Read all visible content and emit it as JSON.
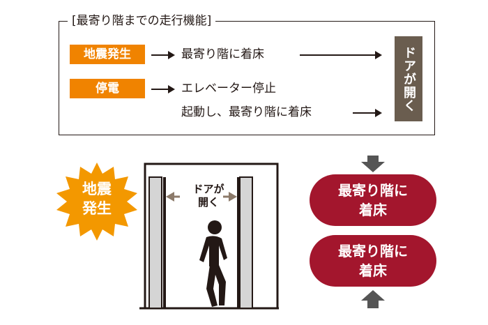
{
  "box": {
    "title": "[最寄り階までの走行機能]",
    "earthquake_label": "地震発生",
    "earthquake_step": "最寄り階に着床",
    "outage_label": "停電",
    "outage_step1": "エレベーター停止",
    "outage_step2": "起動し、最寄り階に着床",
    "result_label": "ドアが開く"
  },
  "scene": {
    "burst_line1": "地震",
    "burst_line2": "発生",
    "door_line1": "ドアが",
    "door_line2": "開く",
    "pill_top_line1": "最寄り階に",
    "pill_top_line2": "着床",
    "pill_bottom_line1": "最寄り階に",
    "pill_bottom_line2": "着床"
  },
  "colors": {
    "trigger_orange": "#f08300",
    "result_brown": "#6a5d4f",
    "pill_red": "#a3162d",
    "burst_orange": "#f39800",
    "arrow_gray": "#555555"
  }
}
